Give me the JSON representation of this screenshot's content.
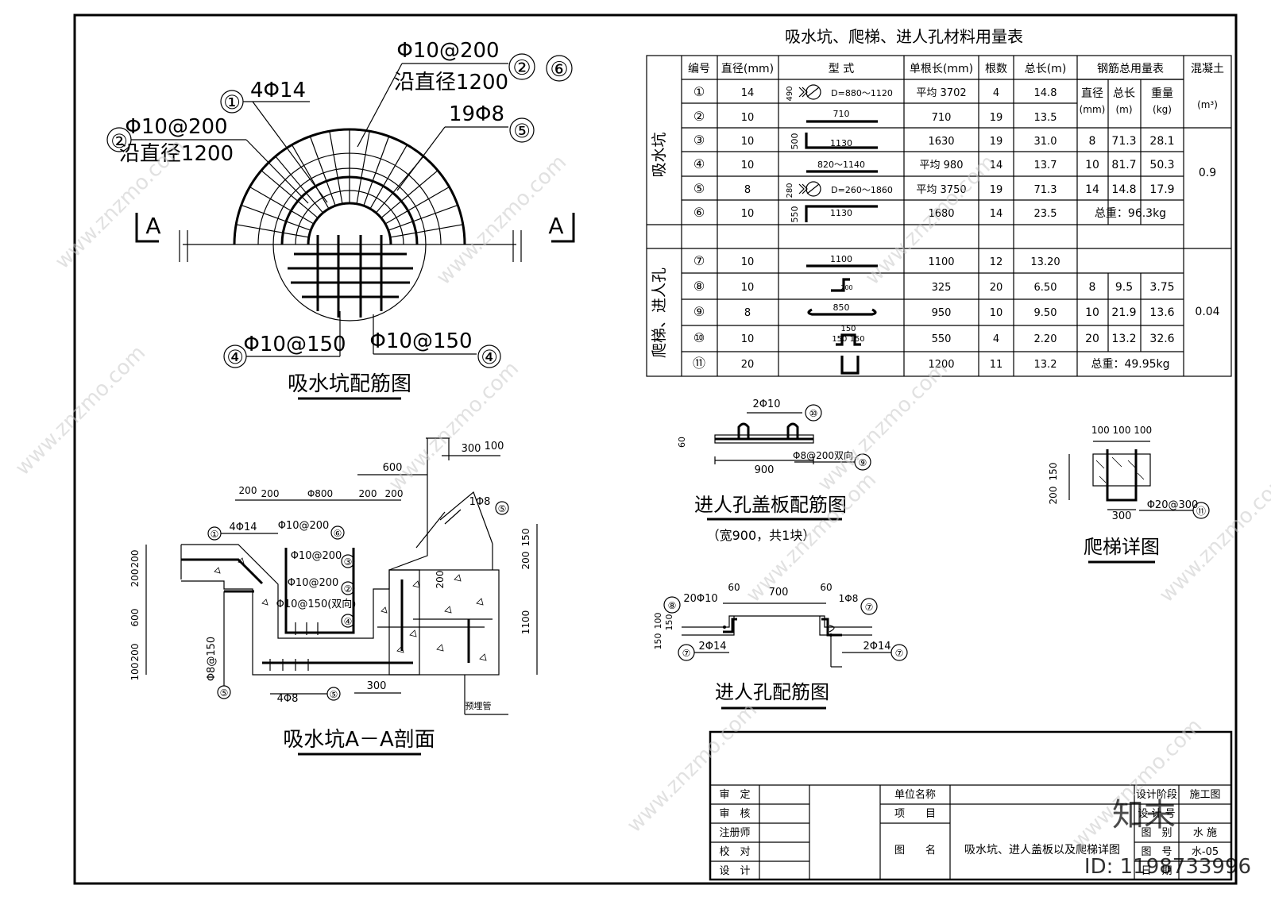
{
  "table": {
    "title": "吸水坑、爬梯、进人孔材料用量表",
    "headers": {
      "no": "编号",
      "dia": "直径(mm)",
      "shape": "型 式",
      "unit_len": "单根长(mm)",
      "count": "根数",
      "total_len": "总长(m)",
      "steel_total": "钢筋总用量表",
      "concrete": "混凝土"
    },
    "sub_headers": {
      "dia": "直径",
      "dia_unit": "(mm)",
      "len": "总长",
      "len_unit": "(m)",
      "wt": "重量",
      "wt_unit": "(kg)",
      "con_unit": "(m³)"
    },
    "group1": "吸水坑",
    "group2": "爬梯、进人孔",
    "rows": [
      {
        "no": "①",
        "dia": "14",
        "shape": "D=880～1120",
        "shape_dim": "490",
        "unit_len": "平均 3702",
        "count": "4",
        "total": "14.8"
      },
      {
        "no": "②",
        "dia": "10",
        "shape": "710",
        "shape_dim": "",
        "unit_len": "710",
        "count": "19",
        "total": "13.5"
      },
      {
        "no": "③",
        "dia": "10",
        "shape": "1130",
        "shape_dim": "500",
        "unit_len": "1630",
        "count": "19",
        "total": "31.0"
      },
      {
        "no": "④",
        "dia": "10",
        "shape": "820～1140",
        "shape_dim": "",
        "unit_len": "平均 980",
        "count": "14",
        "total": "13.7"
      },
      {
        "no": "⑤",
        "dia": "8",
        "shape": "D=260～1860",
        "shape_dim": "280",
        "unit_len": "平均 3750",
        "count": "19",
        "total": "71.3"
      },
      {
        "no": "⑥",
        "dia": "10",
        "shape": "1130",
        "shape_dim": "550",
        "unit_len": "1680",
        "count": "14",
        "total": "23.5"
      },
      {
        "no": "⑦",
        "dia": "10",
        "shape": "1100",
        "shape_dim": "",
        "unit_len": "1100",
        "count": "12",
        "total": "13.20"
      },
      {
        "no": "⑧",
        "dia": "10",
        "shape": "",
        "shape_dim": "200",
        "unit_len": "325",
        "count": "20",
        "total": "6.50"
      },
      {
        "no": "⑨",
        "dia": "8",
        "shape": "850",
        "shape_dim": "",
        "unit_len": "950",
        "count": "10",
        "total": "9.50"
      },
      {
        "no": "⑩",
        "dia": "10",
        "shape": "150",
        "shape_dim": "150 150",
        "unit_len": "550",
        "count": "4",
        "total": "2.20"
      },
      {
        "no": "⑪",
        "dia": "20",
        "shape": "",
        "shape_dim": "",
        "unit_len": "1200",
        "count": "11",
        "total": "13.2"
      }
    ],
    "summary1": [
      {
        "dia": "8",
        "len": "71.3",
        "wt": "28.1"
      },
      {
        "dia": "10",
        "len": "81.7",
        "wt": "50.3"
      },
      {
        "dia": "14",
        "len": "14.8",
        "wt": "17.9"
      }
    ],
    "total1": "总重：96.3kg",
    "concrete1": "0.9",
    "summary2": [
      {
        "dia": "8",
        "len": "9.5",
        "wt": "3.75"
      },
      {
        "dia": "10",
        "len": "21.9",
        "wt": "13.6"
      },
      {
        "dia": "20",
        "len": "13.2",
        "wt": "32.6"
      }
    ],
    "total2": "总重：49.95kg",
    "concrete2": "0.04"
  },
  "plan": {
    "title": "吸水坑配筋图",
    "label_a": "A",
    "l1": "4Φ14",
    "l2": "Φ10@200",
    "l2b": "沿直径1200",
    "l3": "Φ10@200",
    "l3b": "沿直径1200",
    "l4": "19Φ8",
    "l5": "Φ10@150",
    "l6": "Φ10@150",
    "c1": "①",
    "c2": "②",
    "c5": "⑤",
    "c6": "⑥",
    "c4": "④"
  },
  "section": {
    "title": "吸水坑A－A剖面",
    "d600": "600",
    "d300a": "300",
    "d100": "100",
    "d200a": "200",
    "d200b": "200",
    "d800": "Φ800",
    "d200c": "200",
    "d200d": "200",
    "l1": "4Φ14",
    "l2": "Φ10@200",
    "l3": "Φ10@200",
    "l4": "Φ10@200",
    "l5": "Φ10@150(双向)",
    "l6": "1Φ8",
    "l7": "4Φ8",
    "l8": "Φ8@150",
    "v200a": "200",
    "v200b": "200",
    "v600": "600",
    "v200c": "200",
    "v100": "100",
    "r150": "150",
    "r200": "200",
    "r1100": "1100",
    "in200": "200",
    "b300": "300",
    "pipe": "预埋管",
    "c1": "①",
    "c2": "②",
    "c3": "③",
    "c4": "④",
    "c5": "⑤",
    "c6": "⑥"
  },
  "cover": {
    "title": "进人孔盖板配筋图",
    "subtitle": "（宽900，共1块）",
    "l1": "2Φ10",
    "l2": "Φ8@200双向",
    "d60": "60",
    "d900": "900",
    "c10": "⑩",
    "c9": "⑨"
  },
  "ladder": {
    "title": "爬梯详图",
    "d100": "100 100 100",
    "d150": "150",
    "d200": "200",
    "d300": "300",
    "l1": "Φ20@300",
    "c11": "⑪"
  },
  "manhole": {
    "title": "进人孔配筋图",
    "l1": "20Φ10",
    "d60a": "60",
    "d700": "700",
    "d60b": "60",
    "l2": "1Φ8",
    "l3": "2Φ14",
    "l4": "2Φ14",
    "v100": "100",
    "v150": "150",
    "v150b": "150",
    "c8": "⑧",
    "c7": "⑦"
  },
  "title_block": {
    "approve": "审　定",
    "check": "审　核",
    "engineer": "注册师",
    "proof": "校　对",
    "design": "设　计",
    "unit": "单位名称",
    "project": "项　　目",
    "drawing": "图　　名",
    "drawing_name": "吸水坑、进人盖板以及爬梯详图",
    "stage_label": "设计阶段",
    "stage": "施工图",
    "design_no": "设 计 号",
    "category_label": "图　别",
    "category": "水 施",
    "number_label": "图　号",
    "number": "水-05",
    "date_label": "日　期"
  },
  "watermark": {
    "text": "www.znzmo.com",
    "brand": "知末",
    "id": "ID: 1198733996"
  }
}
